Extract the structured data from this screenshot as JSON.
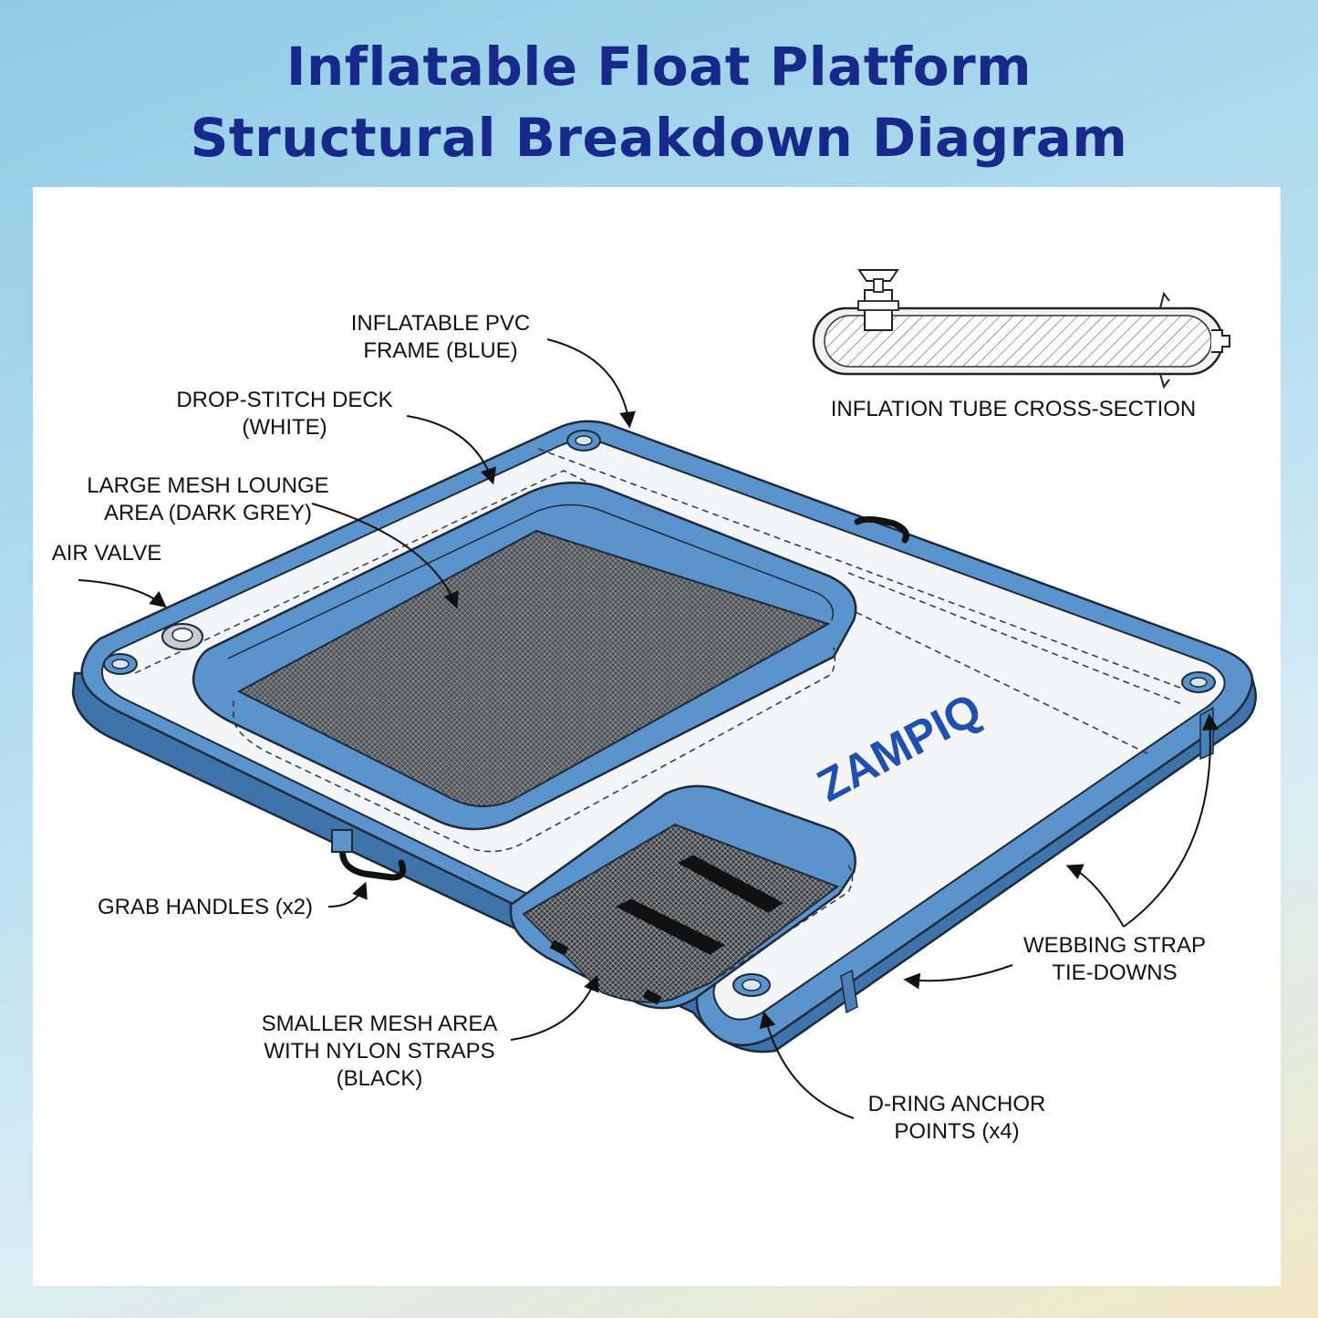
{
  "title": {
    "line1": "Inflatable Float Platform",
    "line2": "Structural Breakdown Diagram"
  },
  "brand": "ZAMPIQ",
  "labels": {
    "pvc_frame": [
      "INFLATABLE PVC",
      "FRAME (BLUE)"
    ],
    "deck": [
      "DROP-STITCH DECK",
      "(WHITE)"
    ],
    "large_mesh": [
      "LARGE MESH LOUNGE",
      "AREA (DARK GREY)"
    ],
    "air_valve": [
      "AIR VALVE"
    ],
    "grab_handles": [
      "GRAB HANDLES (x2)"
    ],
    "small_mesh": [
      "SMALLER MESH AREA",
      "WITH NYLON STRAPS",
      "(BLACK)"
    ],
    "d_ring": [
      "D-RING ANCHOR",
      "POINTS (x4)"
    ],
    "webbing": [
      "WEBBING STRAP",
      "TIE-DOWNS"
    ],
    "cross_section": [
      "INFLATION TUBE CROSS-SECTION"
    ]
  },
  "colors": {
    "title": "#172a8c",
    "frame_blue": "#4d86c0",
    "deck_white": "#f4f6f7",
    "mesh_grey": "#5a5d61",
    "brand_blue": "#1f4fb0"
  }
}
